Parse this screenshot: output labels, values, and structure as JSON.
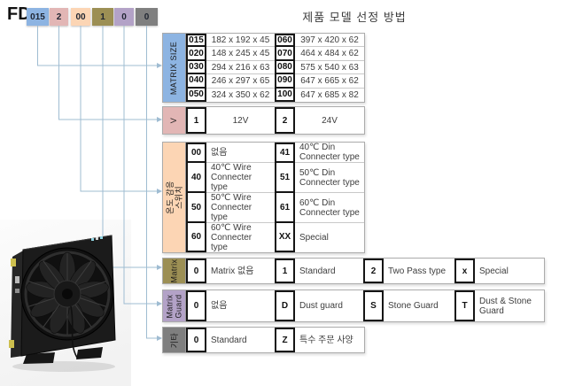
{
  "header": {
    "prefix": "FD",
    "title": "제품 모델 선정 방법"
  },
  "colors": {
    "line": "#9FBCD2"
  },
  "code_boxes": [
    {
      "code": "015",
      "color": "#8DB4E2"
    },
    {
      "code": "2",
      "color": "#E2B6B5"
    },
    {
      "code": "00",
      "color": "#FCD5B4"
    },
    {
      "code": "1",
      "color": "#9C8F54"
    },
    {
      "code": "0",
      "color": "#B3A2C7"
    },
    {
      "code": "0",
      "color": "#7F7F7F"
    }
  ],
  "matrix_size": {
    "label": "MATRIX SIZE",
    "color": "#8DB4E2",
    "rows": [
      {
        "c1": "015",
        "v1": "182 x 192 x 45",
        "c2": "060",
        "v2": "397 x 420 x 62"
      },
      {
        "c1": "020",
        "v1": "148 x 245 x 45",
        "c2": "070",
        "v2": "464 x 484 x 62"
      },
      {
        "c1": "030",
        "v1": "294 x 216 x 63",
        "c2": "080",
        "v2": "575 x 540 x 63"
      },
      {
        "c1": "040",
        "v1": "246 x 297 x 65",
        "c2": "090",
        "v2": "647 x 665 x 62"
      },
      {
        "c1": "050",
        "v1": "324 x 350 x 62",
        "c2": "100",
        "v2": "647 x 685 x 82"
      }
    ]
  },
  "voltage": {
    "label": "V",
    "color": "#E2B6B5",
    "cells": [
      {
        "code": "1",
        "value": "12V"
      },
      {
        "code": "2",
        "value": "24V"
      }
    ]
  },
  "temp_switch": {
    "label_line1": "온도 감응",
    "label_line2": "스위치",
    "color": "#FCD5B4",
    "rows": [
      {
        "c1": "00",
        "v1": "없음",
        "c2": "41",
        "v2": "40℃ Din Connecter type"
      },
      {
        "c1": "40",
        "v1": "40℃ Wire Connecter type",
        "c2": "51",
        "v2": "50℃ Din Connecter type"
      },
      {
        "c1": "50",
        "v1": "50℃ Wire Connecter type",
        "c2": "61",
        "v2": "60℃ Din Connecter type"
      },
      {
        "c1": "60",
        "v1": "60℃ Wire Connecter type",
        "c2": "XX",
        "v2": "Special"
      }
    ]
  },
  "matrix": {
    "label": "Matrix",
    "color": "#9C8F54",
    "cells": [
      {
        "code": "0",
        "value": "Matrix 없음"
      },
      {
        "code": "1",
        "value": "Standard"
      },
      {
        "code": "2",
        "value": "Two Pass type"
      },
      {
        "code": "x",
        "value": "Special"
      }
    ]
  },
  "matrix_guard": {
    "label_line1": "Matrix",
    "label_line2": "Guard",
    "color": "#B3A2C7",
    "cells": [
      {
        "code": "0",
        "value": "없음"
      },
      {
        "code": "D",
        "value": "Dust guard"
      },
      {
        "code": "S",
        "value": "Stone Guard"
      },
      {
        "code": "T",
        "value": "Dust & Stone Guard"
      }
    ]
  },
  "etc": {
    "label": "기타",
    "color": "#7F7F7F",
    "cells": [
      {
        "code": "0",
        "value": "Standard"
      },
      {
        "code": "Z",
        "value": "특수 주문 사양"
      }
    ]
  }
}
